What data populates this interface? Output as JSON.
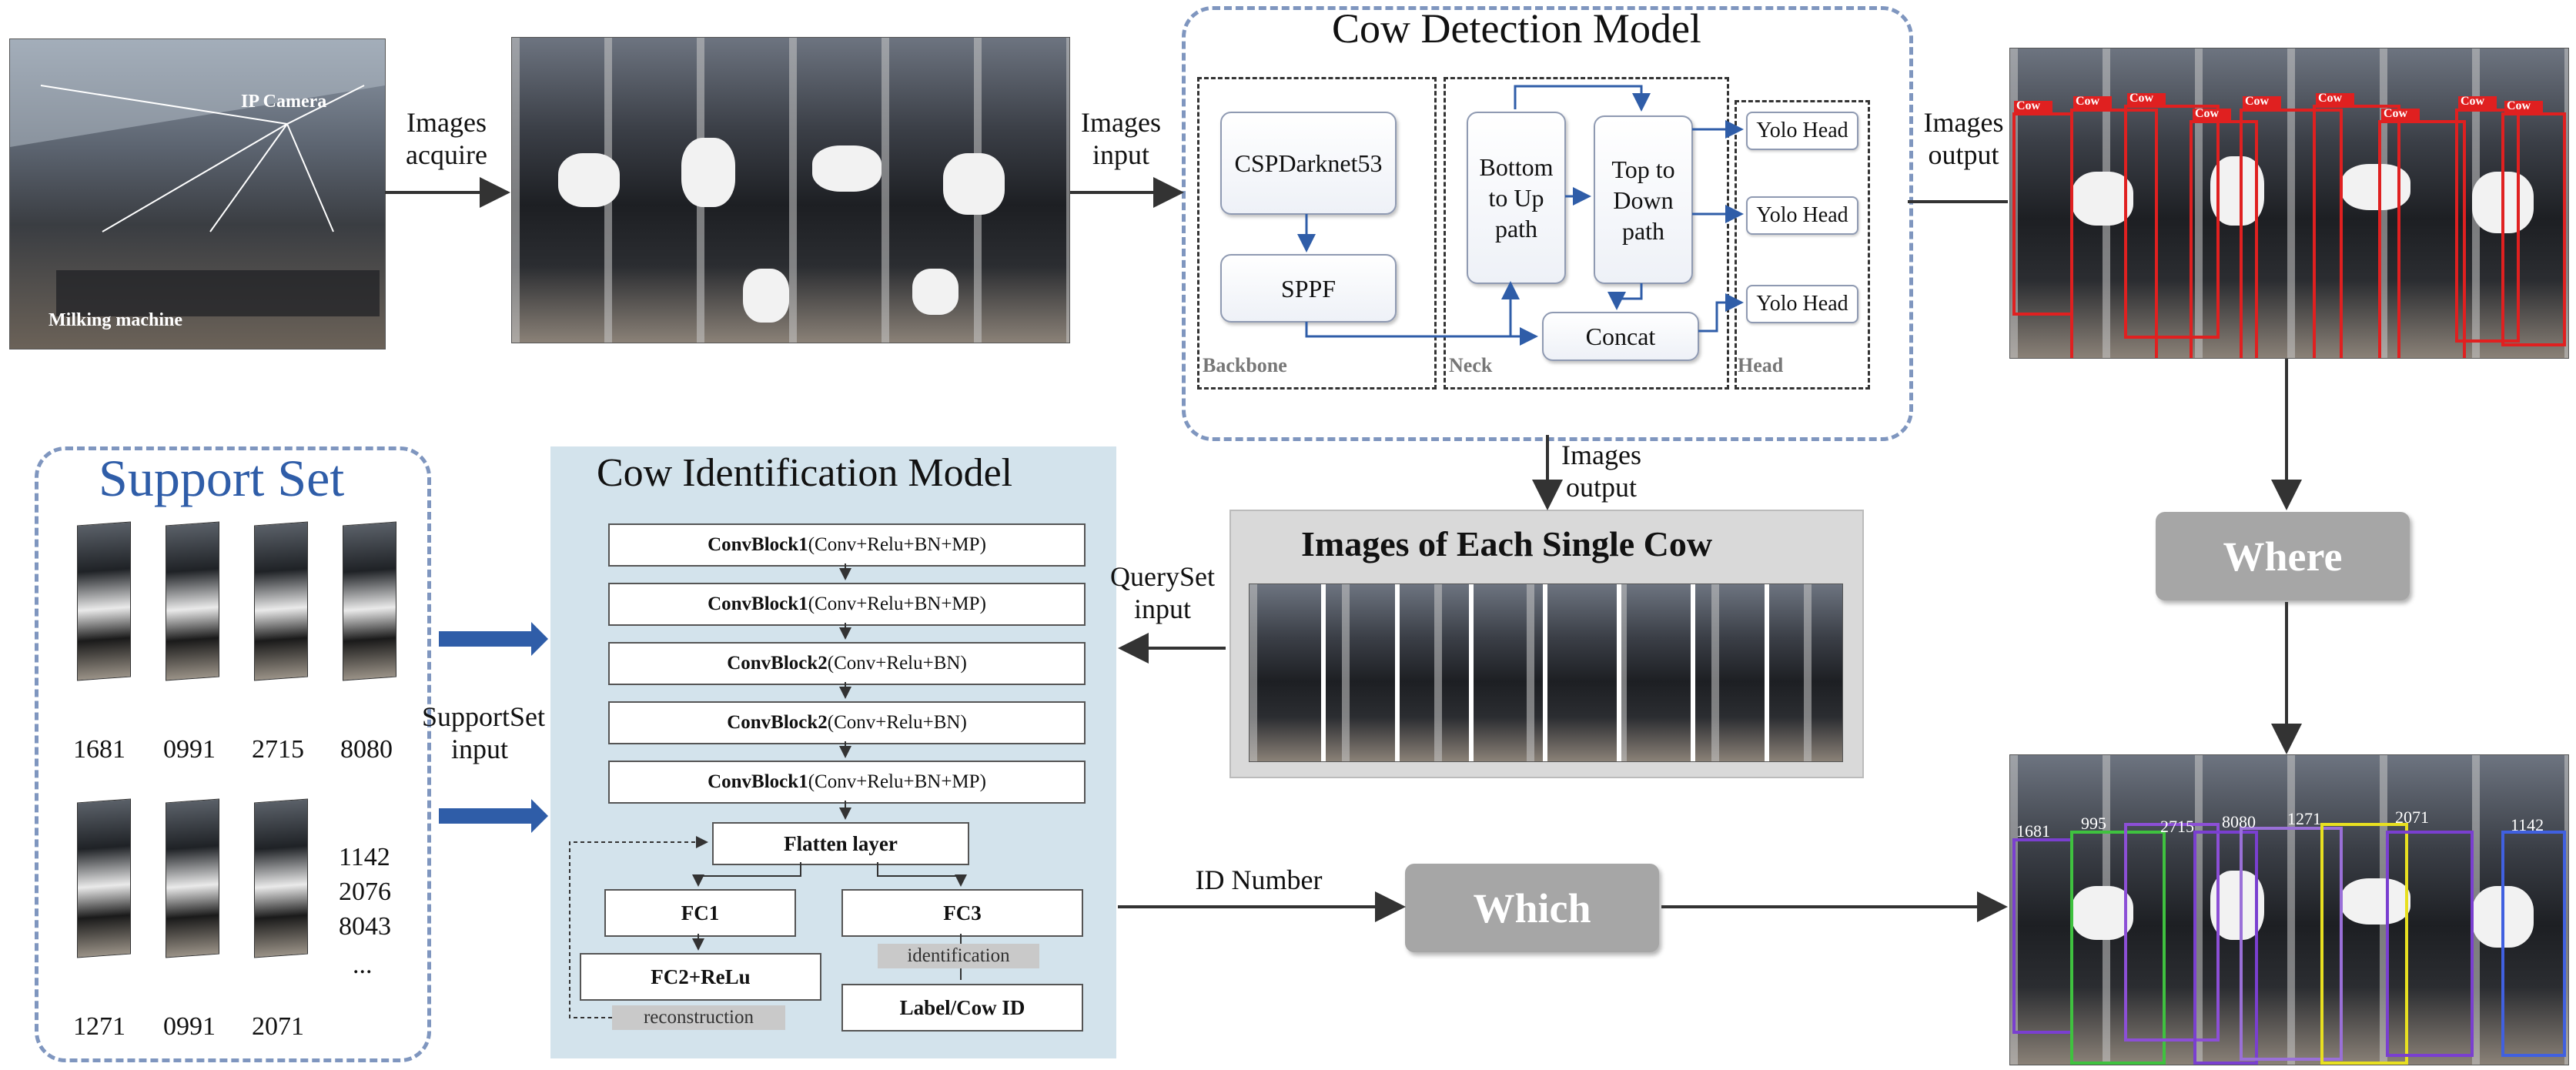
{
  "detection_model": {
    "title": "Cow Detection Model",
    "backbone": {
      "node1": "CSPDarknet53",
      "node2": "SPPF",
      "label": "Backbone"
    },
    "neck": {
      "node1": "Bottom to Up path",
      "node2": "Top to Down path",
      "node3": "Concat",
      "label": "Neck"
    },
    "head": {
      "items": [
        "Yolo Head",
        "Yolo Head",
        "Yolo Head"
      ],
      "label": "Head"
    }
  },
  "farm_photo": {
    "labels": [
      "IP Camera",
      "Milking machine"
    ]
  },
  "flow_labels": {
    "images_acquire": "Images acquire",
    "images_input": "Images input",
    "images_output_right": "Images output",
    "images_output_down": "Images output",
    "queryset_input": "QuerySet input",
    "supportset_input": "SupportSet input",
    "id_number": "ID Number"
  },
  "single_cow": {
    "title": "Images of Each Single Cow"
  },
  "support_set": {
    "title": "Support Set",
    "row1_ids": [
      "1681",
      "0991",
      "2715",
      "8080"
    ],
    "row2_ids": [
      "1271",
      "0991",
      "2071"
    ],
    "more_ids": [
      "1142",
      "2076",
      "8043",
      "..."
    ]
  },
  "identification_model": {
    "title": "Cow Identification Model",
    "blocks": [
      {
        "name": "ConvBlock1",
        "detail": "(Conv+Relu+BN+MP)"
      },
      {
        "name": "ConvBlock1",
        "detail": "(Conv+Relu+BN+MP)"
      },
      {
        "name": "ConvBlock2",
        "detail": "(Conv+Relu+BN)"
      },
      {
        "name": "ConvBlock2",
        "detail": "(Conv+Relu+BN)"
      },
      {
        "name": "ConvBlock1",
        "detail": "(Conv+Relu+BN+MP)"
      }
    ],
    "flatten": "Flatten layer",
    "fc1": "FC1",
    "fc2": "FC2+ReLu",
    "fc3": "FC3",
    "label_out": "Label/Cow ID",
    "tag_identification": "identification",
    "tag_reconstruction": "reconstruction"
  },
  "buttons": {
    "where": "Where",
    "which": "Which"
  },
  "detection_output": {
    "box_label": "Cow"
  },
  "identified_output": {
    "ids": [
      "1681",
      "995",
      "2715",
      "8080",
      "1271",
      "2071",
      "1142"
    ]
  },
  "colors": {
    "dashed_border": "#7f96bf",
    "panel_bg": "#d3e3ec",
    "arrow_blue": "#2f5da8",
    "gray_button": "#a6a6a6",
    "det_box": "#e02020"
  }
}
